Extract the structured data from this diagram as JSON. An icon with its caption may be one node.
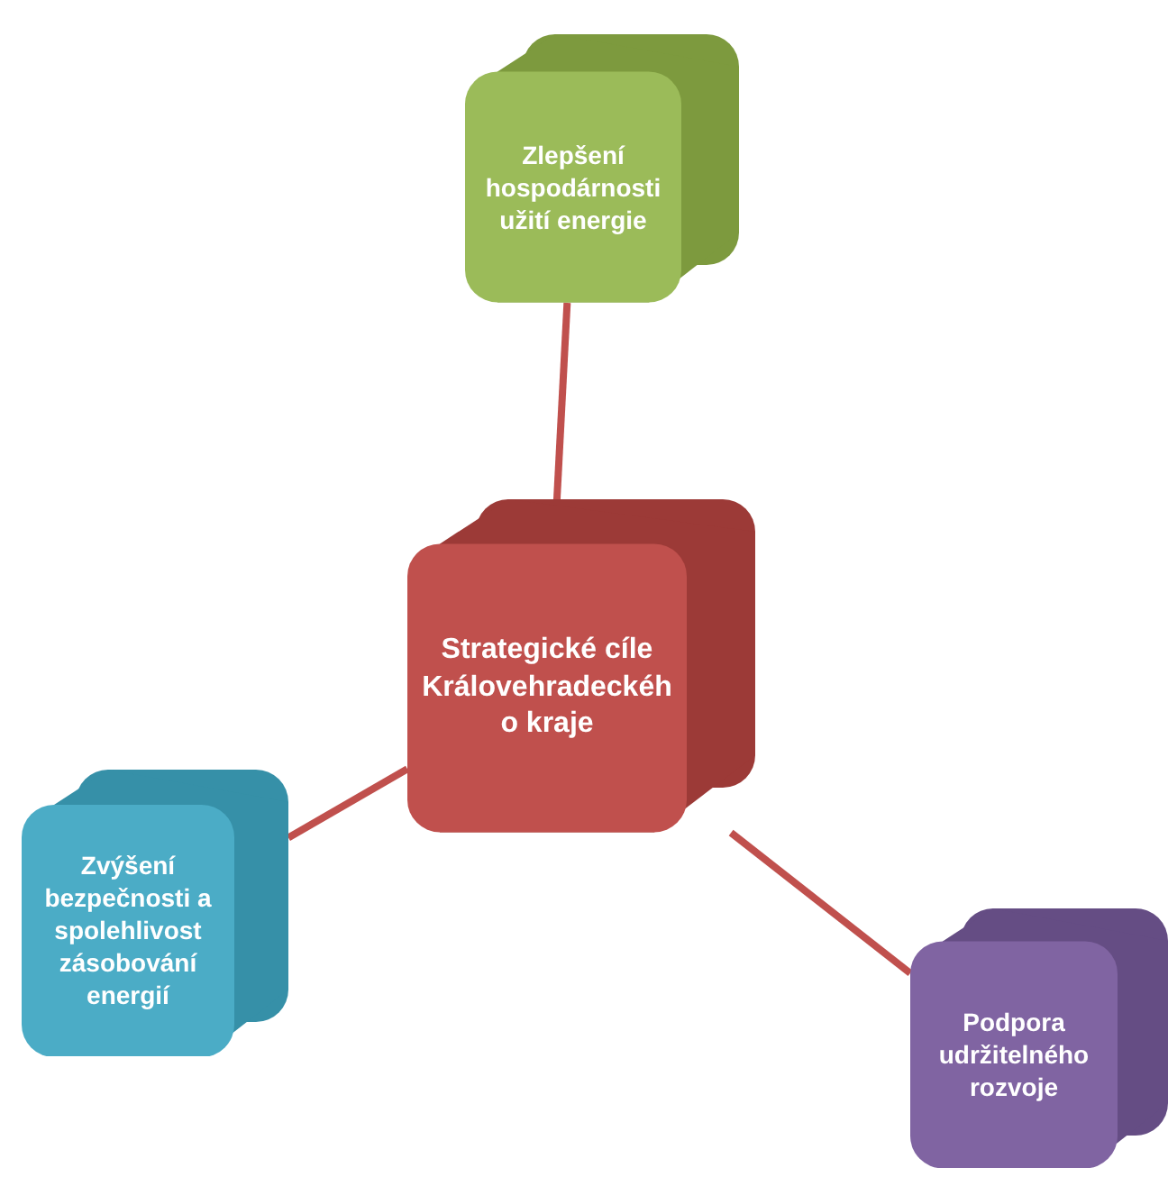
{
  "diagram": {
    "nodes": [
      {
        "text": [
          "Zlepšení hospodárnosti užití energie"
        ]
      },
      {
        "text": [
          "Strategické cíle Královehradeckéh o kraje"
        ]
      },
      {
        "text": [
          "Zvýšení bezpečnosti a spolehlivost zásobování energií"
        ]
      },
      {
        "text": [
          "Podpora udržitelného rozvoje"
        ]
      }
    ],
    "edges": [
      {
        "from": 0,
        "to": 1,
        "arrow": "none"
      },
      {
        "from": 1,
        "to": 2,
        "arrow": "none"
      },
      {
        "from": 1,
        "to": 3,
        "arrow": "none"
      }
    ]
  }
}
